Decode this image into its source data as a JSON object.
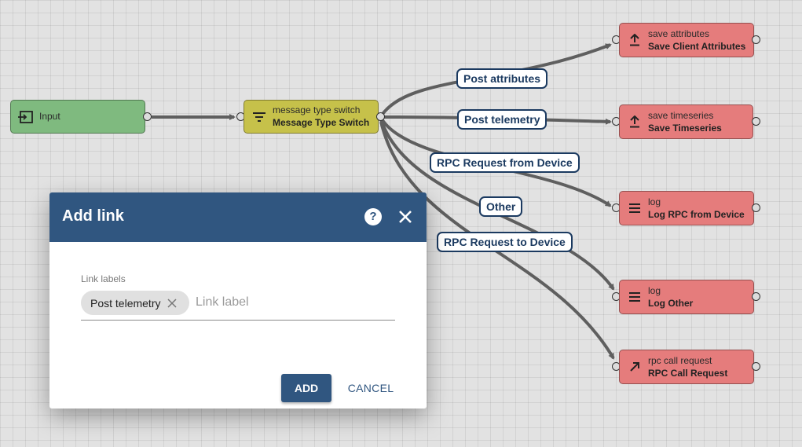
{
  "colors": {
    "input_node": "#7fba7f",
    "switch_node": "#c6c14a",
    "action_node": "#e57c7c",
    "dialog_header": "#305680",
    "link_label_border": "#1b3a60"
  },
  "nodes": {
    "input": {
      "name": "Input",
      "icon": "input-icon"
    },
    "switch": {
      "type": "message type switch",
      "name": "Message Type Switch",
      "icon": "filter-icon"
    },
    "save_attributes": {
      "type": "save attributes",
      "name": "Save Client Attributes",
      "icon": "upload-icon"
    },
    "save_timeseries": {
      "type": "save timeseries",
      "name": "Save Timeseries",
      "icon": "upload-icon"
    },
    "log_rpc": {
      "type": "log",
      "name": "Log RPC from Device",
      "icon": "menu-icon"
    },
    "log_other": {
      "type": "log",
      "name": "Log Other",
      "icon": "menu-icon"
    },
    "rpc_call": {
      "type": "rpc call request",
      "name": "RPC Call Request",
      "icon": "arrow-up-right-icon"
    }
  },
  "link_labels": {
    "post_attributes": "Post attributes",
    "post_telemetry": "Post telemetry",
    "rpc_from_device": "RPC Request from Device",
    "other": "Other",
    "rpc_to_device": "RPC Request to Device"
  },
  "dialog": {
    "title": "Add link",
    "help_glyph": "?",
    "field_label": "Link labels",
    "chips": [
      "Post telemetry"
    ],
    "input_placeholder": "Link label",
    "add_label": "ADD",
    "cancel_label": "CANCEL"
  }
}
